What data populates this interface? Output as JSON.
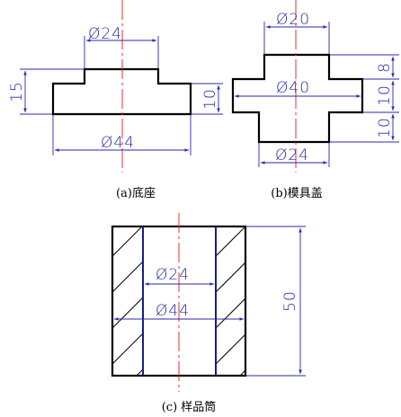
{
  "figures": {
    "a": {
      "caption": "(a)底座",
      "dims": {
        "top_dia": "Ø24",
        "bottom_dia": "Ø44",
        "total_height": "15",
        "base_height": "10"
      }
    },
    "b": {
      "caption": "(b)模具盖",
      "dims": {
        "top_dia": "Ø20",
        "mid_dia": "Ø40",
        "bottom_dia": "Ø24",
        "h_top": "8",
        "h_mid": "10",
        "h_bottom": "10"
      }
    },
    "c": {
      "caption": "(c) 样品筒",
      "dims": {
        "inner_dia": "Ø24",
        "outer_dia": "Ø44",
        "height": "50"
      }
    }
  },
  "colors": {
    "outline": "#000000",
    "dimension": "#2a2aa8",
    "centerline": "#e03030"
  }
}
